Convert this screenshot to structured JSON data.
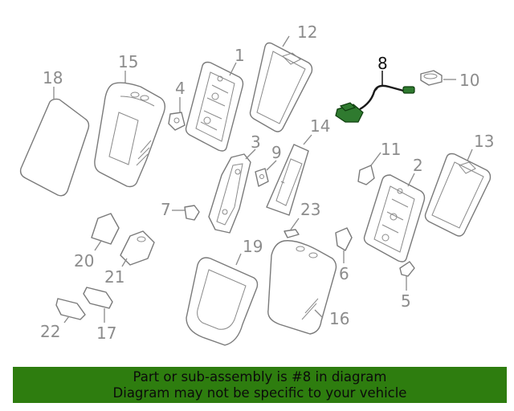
{
  "callouts": {
    "c1": "1",
    "c2": "2",
    "c3": "3",
    "c4": "4",
    "c5": "5",
    "c6": "6",
    "c7": "7",
    "c8": "8",
    "c9": "9",
    "c10": "10",
    "c11": "11",
    "c12": "12",
    "c13": "13",
    "c14": "14",
    "c15": "15",
    "c16": "16",
    "c17": "17",
    "c18": "18",
    "c19": "19",
    "c20": "20",
    "c21": "21",
    "c22": "22",
    "c23": "23"
  },
  "highlighted_part": "8",
  "colors": {
    "banner_bg": "#2e7d0f",
    "highlight": "#2f7a2f",
    "line": "#7a7a7a",
    "callout_text": "#8c8c8c"
  },
  "banner": {
    "line1": "Part or sub-assembly is #8 in diagram",
    "line2": "Diagram may not be specific to your vehicle"
  }
}
